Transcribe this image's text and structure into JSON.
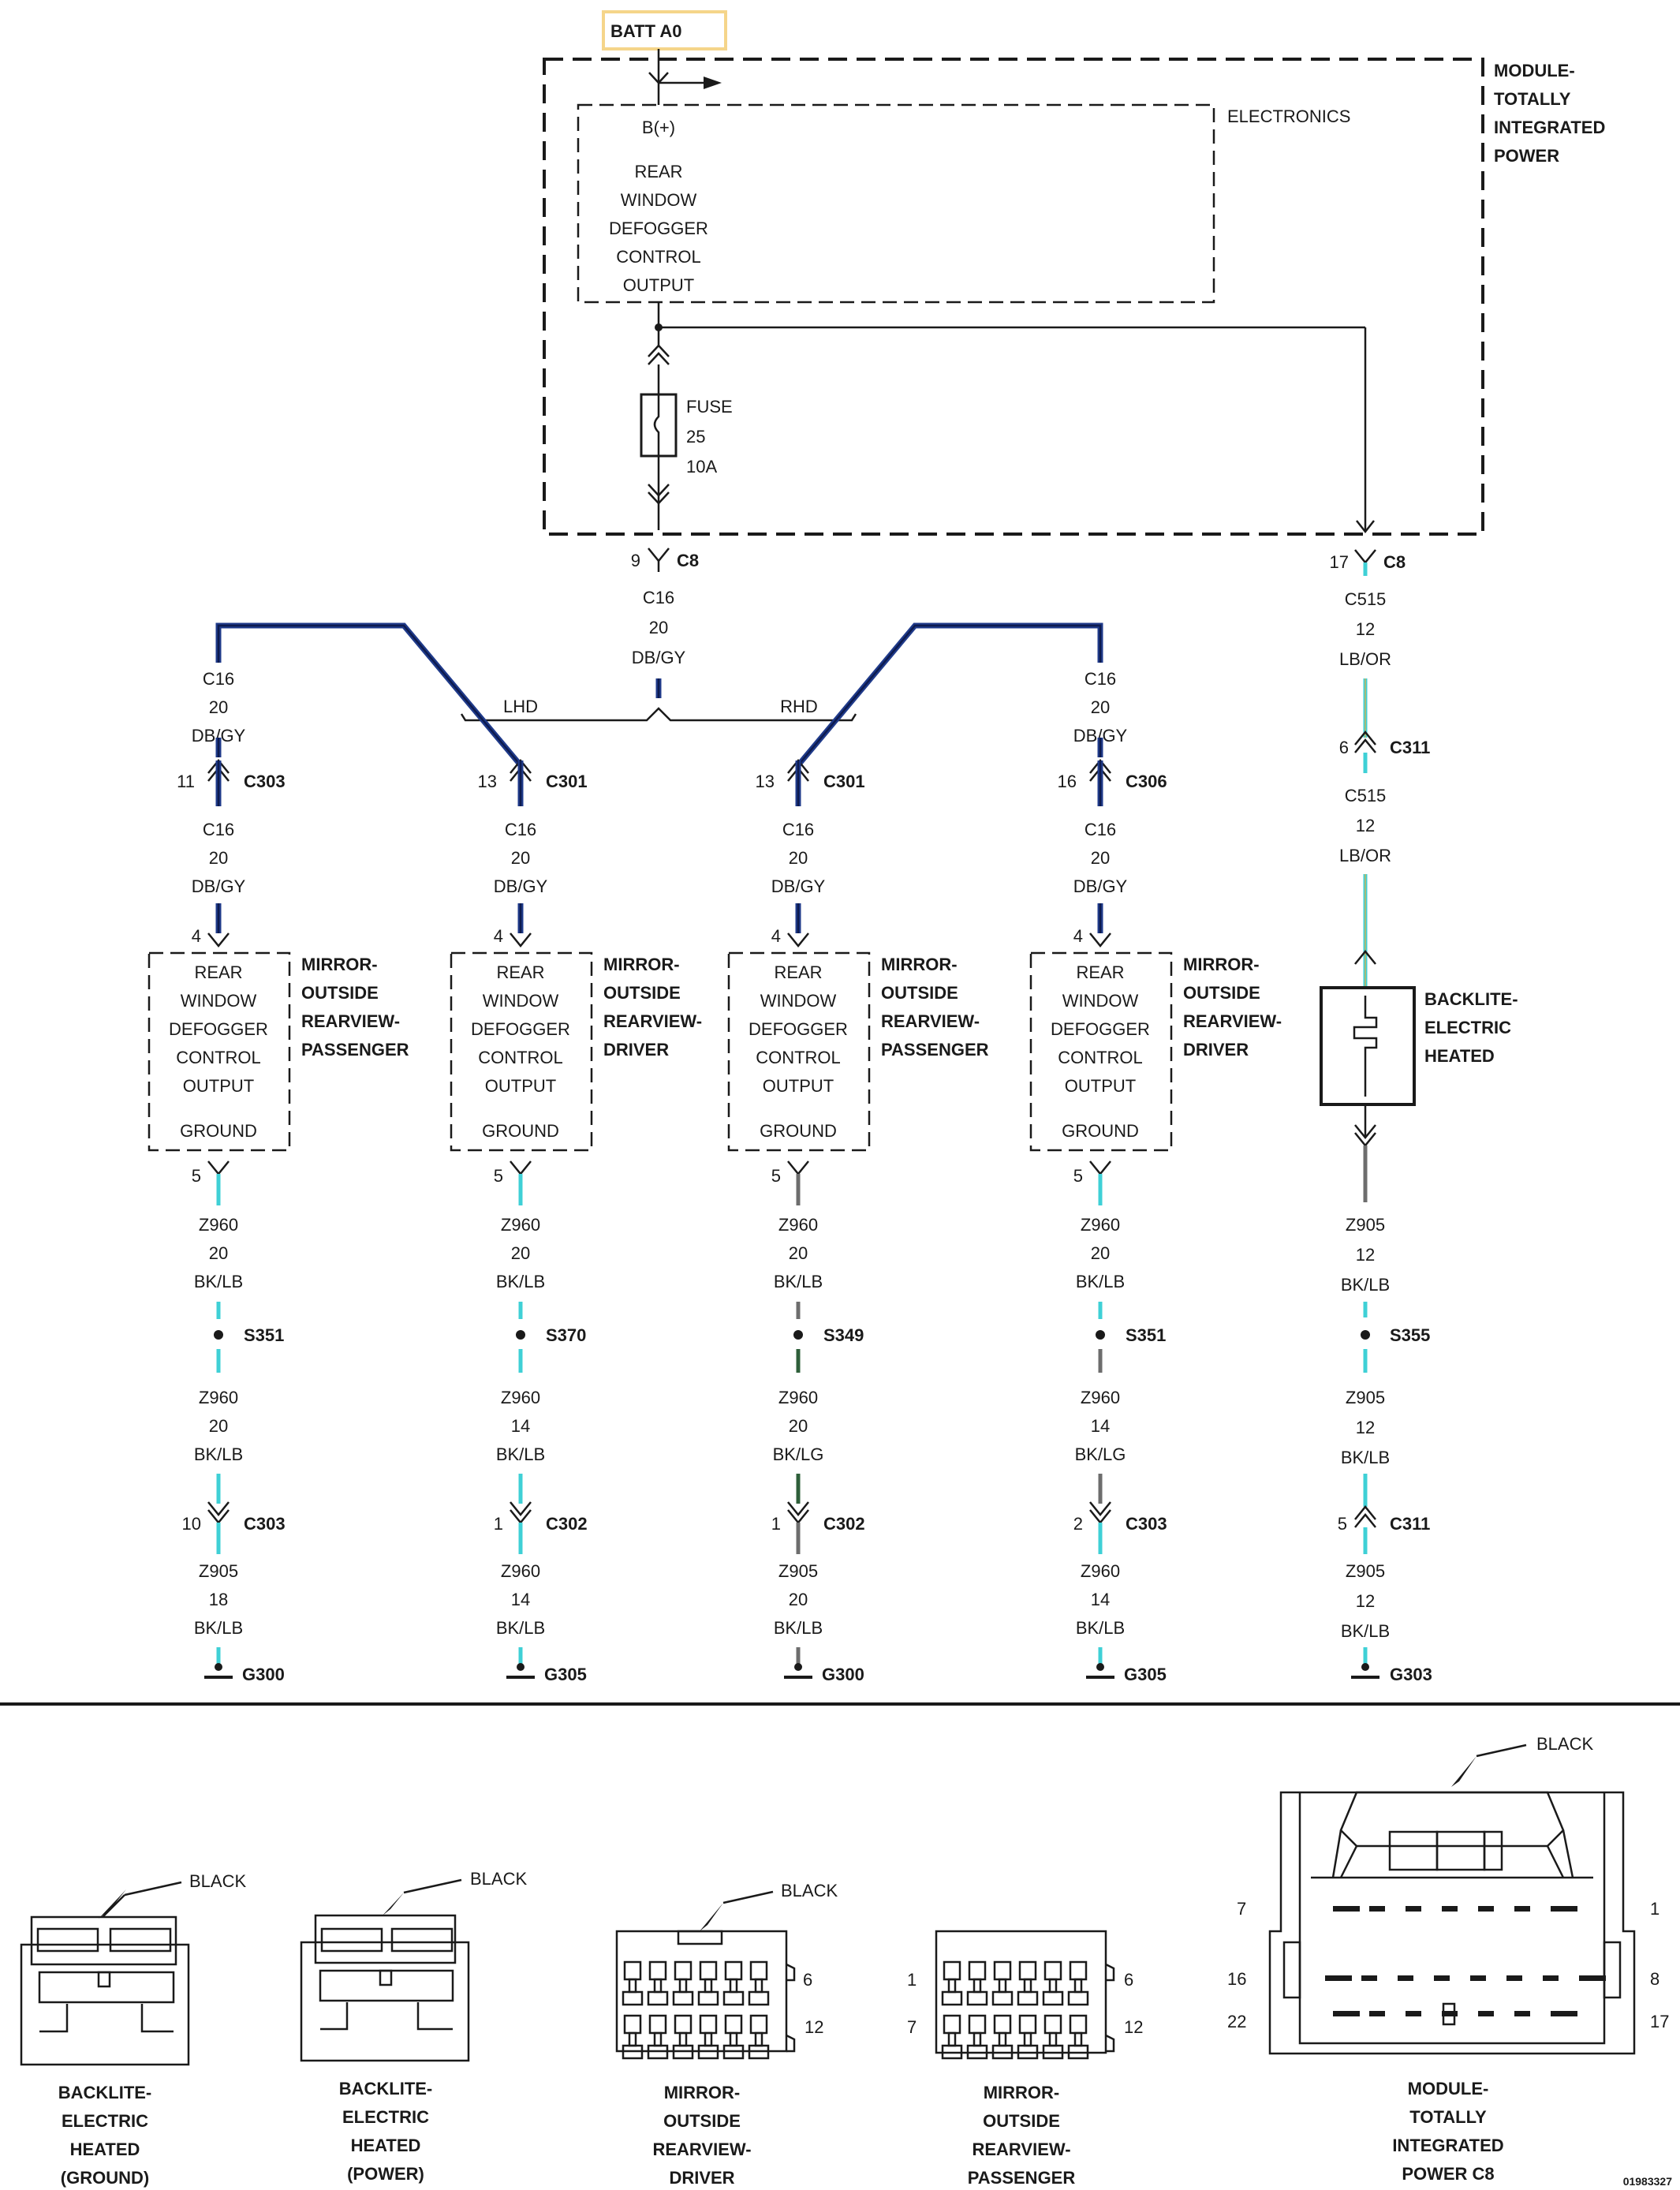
{
  "module": {
    "batt": "BATT A0",
    "name": [
      "MODULE-",
      "TOTALLY",
      "INTEGRATED",
      "POWER"
    ],
    "electronics": "ELECTRONICS",
    "bplus": "B(+)",
    "output": [
      "REAR",
      "WINDOW",
      "DEFOGGER",
      "CONTROL",
      "OUTPUT"
    ],
    "fuse": [
      "FUSE",
      "25",
      "10A"
    ]
  },
  "main_wire": {
    "pin": "9",
    "conn": "C8",
    "wire": [
      "C16",
      "20",
      "DB/GY"
    ],
    "lhd": "LHD",
    "rhd": "RHD"
  },
  "backlite_feed": {
    "pin_top": "17",
    "conn_top": "C8",
    "wire1": [
      "C515",
      "12",
      "LB/OR"
    ],
    "pin_mid": "6",
    "conn_mid": "C311",
    "wire2": [
      "C515",
      "12",
      "LB/OR"
    ],
    "name": [
      "BACKLITE-",
      "ELECTRIC",
      "HEATED"
    ],
    "gwire1": [
      "Z905",
      "12",
      "BK/LB"
    ],
    "splice": "S355",
    "gwire2": [
      "Z905",
      "12",
      "BK/LB"
    ],
    "pin_low": "5",
    "conn_low": "C311",
    "gwire3": [
      "Z905",
      "12",
      "BK/LB"
    ],
    "ground": "G303"
  },
  "columns": [
    {
      "top_wire": [
        "C16",
        "20",
        "DB/GY"
      ],
      "inline_pin": "11",
      "inline_conn": "C303",
      "wire": [
        "C16",
        "20",
        "DB/GY"
      ],
      "in_pin": "4",
      "box": [
        "REAR",
        "WINDOW",
        "DEFOGGER",
        "CONTROL",
        "OUTPUT"
      ],
      "box_ground": "GROUND",
      "name": [
        "MIRROR-",
        "OUTSIDE",
        "REARVIEW-",
        "PASSENGER"
      ],
      "out_pin": "5",
      "g1": [
        "Z960",
        "20",
        "BK/LB"
      ],
      "splice": "S351",
      "g2": [
        "Z960",
        "20",
        "BK/LB"
      ],
      "low_pin": "10",
      "low_conn": "C303",
      "g3": [
        "Z905",
        "18",
        "BK/LB"
      ],
      "ground": "G300"
    },
    {
      "top_wire": null,
      "inline_pin": "13",
      "inline_conn": "C301",
      "wire": [
        "C16",
        "20",
        "DB/GY"
      ],
      "in_pin": "4",
      "box": [
        "REAR",
        "WINDOW",
        "DEFOGGER",
        "CONTROL",
        "OUTPUT"
      ],
      "box_ground": "GROUND",
      "name": [
        "MIRROR-",
        "OUTSIDE",
        "REARVIEW-",
        "DRIVER"
      ],
      "out_pin": "5",
      "g1": [
        "Z960",
        "20",
        "BK/LB"
      ],
      "splice": "S370",
      "g2": [
        "Z960",
        "14",
        "BK/LB"
      ],
      "low_pin": "1",
      "low_conn": "C302",
      "g3": [
        "Z960",
        "14",
        "BK/LB"
      ],
      "ground": "G305"
    },
    {
      "top_wire": null,
      "inline_pin": "13",
      "inline_conn": "C301",
      "wire": [
        "C16",
        "20",
        "DB/GY"
      ],
      "in_pin": "4",
      "box": [
        "REAR",
        "WINDOW",
        "DEFOGGER",
        "CONTROL",
        "OUTPUT"
      ],
      "box_ground": "GROUND",
      "name": [
        "MIRROR-",
        "OUTSIDE",
        "REARVIEW-",
        "PASSENGER"
      ],
      "out_pin": "5",
      "g1": [
        "Z960",
        "20",
        "BK/LB"
      ],
      "splice": "S349",
      "g2": [
        "Z960",
        "20",
        "BK/LG"
      ],
      "low_pin": "1",
      "low_conn": "C302",
      "g3": [
        "Z905",
        "20",
        "BK/LB"
      ],
      "ground": "G300"
    },
    {
      "top_wire": [
        "C16",
        "20",
        "DB/GY"
      ],
      "inline_pin": "16",
      "inline_conn": "C306",
      "wire": [
        "C16",
        "20",
        "DB/GY"
      ],
      "in_pin": "4",
      "box": [
        "REAR",
        "WINDOW",
        "DEFOGGER",
        "CONTROL",
        "OUTPUT"
      ],
      "box_ground": "GROUND",
      "name": [
        "MIRROR-",
        "OUTSIDE",
        "REARVIEW-",
        "DRIVER"
      ],
      "out_pin": "5",
      "g1": [
        "Z960",
        "20",
        "BK/LB"
      ],
      "splice": "S351",
      "g2": [
        "Z960",
        "14",
        "BK/LG"
      ],
      "low_pin": "2",
      "low_conn": "C303",
      "g3": [
        "Z960",
        "14",
        "BK/LB"
      ],
      "ground": "G305"
    }
  ],
  "connectors": [
    {
      "color": "BLACK",
      "name": [
        "BACKLITE-",
        "ELECTRIC",
        "HEATED",
        "(GROUND)"
      ]
    },
    {
      "color": "BLACK",
      "name": [
        "BACKLITE-",
        "ELECTRIC",
        "HEATED",
        "(POWER)"
      ]
    },
    {
      "color": "BLACK",
      "name": [
        "MIRROR-",
        "OUTSIDE",
        "REARVIEW-",
        "DRIVER"
      ],
      "pins": [
        "6",
        "12"
      ]
    },
    {
      "color": "",
      "name": [
        "MIRROR-",
        "OUTSIDE",
        "REARVIEW-",
        "PASSENGER"
      ],
      "pins": [
        "1",
        "6",
        "7",
        "12"
      ]
    },
    {
      "color": "BLACK",
      "name": [
        "MODULE-",
        "TOTALLY",
        "INTEGRATED",
        "POWER C8"
      ],
      "pins": [
        "7",
        "1",
        "16",
        "8",
        "22",
        "17"
      ]
    }
  ],
  "doc_id": "01983327"
}
